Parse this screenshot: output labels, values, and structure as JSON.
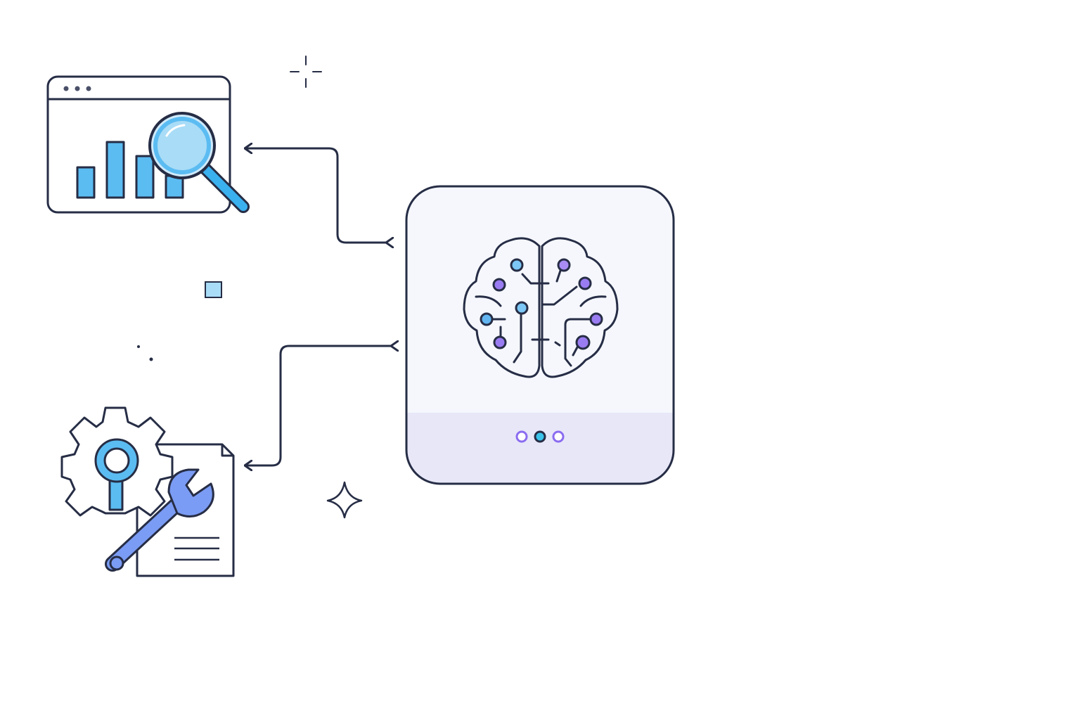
{
  "diagram": {
    "nodes": [
      {
        "id": "analytics",
        "icon": "analytics-dashboard-magnifier-icon"
      },
      {
        "id": "ai-core",
        "icon": "circuit-brain-icon"
      },
      {
        "id": "configuration",
        "icon": "gear-wrench-document-icon"
      }
    ],
    "edges": [
      {
        "from": "ai-core",
        "to": "analytics",
        "direction": "bidirectional"
      },
      {
        "from": "ai-core",
        "to": "configuration",
        "direction": "bidirectional"
      }
    ],
    "pagination_dots": {
      "count": 3,
      "active_index": 1
    }
  },
  "colors": {
    "stroke": "#262d45",
    "blue": "#5bbcf2",
    "light_blue": "#a9dcf7",
    "purple": "#8b6cf0",
    "card_bg": "#f5f7fd",
    "card_footer": "#e7e7f8"
  }
}
